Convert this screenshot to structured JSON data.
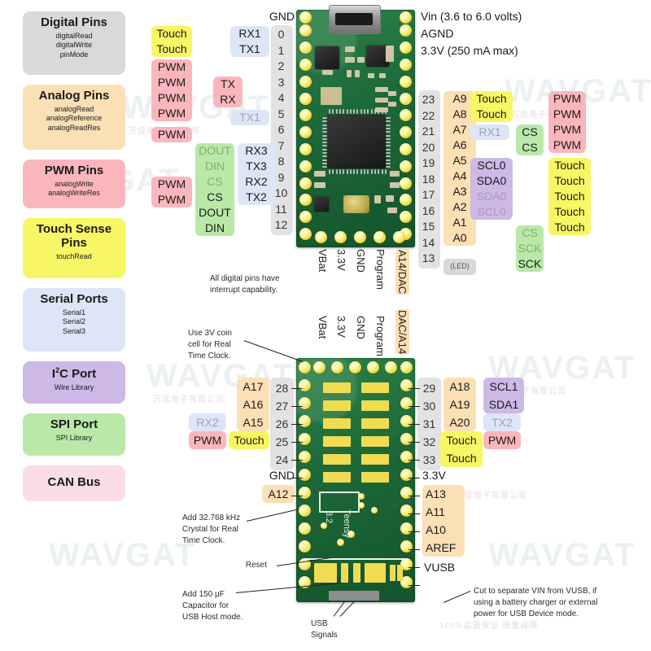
{
  "legend": {
    "boxes": [
      {
        "title": "Digital Pins",
        "color": "#d9d9d9",
        "subs": [
          "digitalRead",
          "digitalWrite",
          "pinMode"
        ]
      },
      {
        "title": "Analog Pins",
        "color": "#fbdfb5",
        "subs": [
          "analogRead",
          "analogReference",
          "analogReadRes"
        ]
      },
      {
        "title": "PWM Pins",
        "color": "#fbb6bd",
        "subs": [
          "analogWrite",
          "analogWriteRes"
        ]
      },
      {
        "title": "Touch Sense Pins",
        "color": "#f7f765",
        "subs": [
          "touchRead"
        ]
      },
      {
        "title": "Serial Ports",
        "color": "#dde6f7",
        "subs": [
          "Serial1",
          "Serial2",
          "Serial3"
        ]
      },
      {
        "title": "I2C Port",
        "color": "#cdb8e6",
        "subs": [
          "Wire Library"
        ]
      },
      {
        "title": "SPI Port",
        "color": "#b9e8a9",
        "subs": [
          "SPI Library"
        ]
      },
      {
        "title": "CAN Bus",
        "color": "#fadce6",
        "subs": []
      }
    ]
  },
  "top_board": {
    "header_left": "GND",
    "header_right": [
      "Vin  (3.6 to 6.0 volts)",
      "AGND",
      "3.3V (250 mA max)"
    ],
    "left_numbers": [
      "0",
      "1",
      "2",
      "3",
      "4",
      "5",
      "6",
      "7",
      "8",
      "9",
      "10",
      "11",
      "12"
    ],
    "right_numbers": [
      "23",
      "22",
      "21",
      "20",
      "19",
      "18",
      "17",
      "16",
      "15",
      "14",
      "13"
    ],
    "left_serial": [
      "RX1",
      "TX1",
      "",
      "",
      "",
      "TX1"
    ],
    "left_serial2": [
      "RX3",
      "TX3",
      "RX2",
      "TX2"
    ],
    "left_spi": [
      "DOUT",
      "DIN",
      "CS",
      "CS",
      "DOUT",
      "DIN"
    ],
    "left_pwm_a": [
      "PWM",
      "PWM",
      "PWM",
      "PWM",
      "PWM"
    ],
    "left_pwm_b": [
      "PWM",
      "PWM"
    ],
    "left_touch": [
      "Touch",
      "Touch"
    ],
    "left_tx_rx": [
      "TX",
      "RX"
    ],
    "right_analog": [
      "A9",
      "A8",
      "A7",
      "A6",
      "A5",
      "A4",
      "A3",
      "A2",
      "A1",
      "A0"
    ],
    "right_led_label": "(LED)",
    "right_serial": "RX1",
    "right_i2c": [
      "SCL0",
      "SDA0",
      "SDA0",
      "SCL0"
    ],
    "right_spi_a": [
      "CS",
      "CS"
    ],
    "right_spi_b": [
      "CS",
      "SCK",
      "SCK"
    ],
    "right_pwm": [
      "PWM",
      "PWM",
      "PWM",
      "PWM"
    ],
    "right_touch": [
      "Touch",
      "Touch",
      "Touch",
      "Touch",
      "Touch",
      "Touch",
      "Touch"
    ],
    "bottom_vertical": [
      "VBat",
      "3.3V",
      "GND",
      "Program",
      "A14/DAC"
    ],
    "note": "All digital pins have\ninterrupt capability."
  },
  "bottom_board": {
    "top_vertical": [
      "VBat",
      "3.3V",
      "GND",
      "Program",
      "DAC/A14"
    ],
    "left_numbers": [
      "28",
      "27",
      "26",
      "25",
      "24"
    ],
    "left_analog": [
      "A17",
      "A16",
      "A15"
    ],
    "left_touch": "Touch",
    "left_pwm": "PWM",
    "left_serial": "RX2",
    "left_gnd": "GND",
    "left_a12": "A12",
    "left_lower": [
      "A12"
    ],
    "right_numbers": [
      "29",
      "30",
      "31",
      "32",
      "33"
    ],
    "right_analog": [
      "A18",
      "A19",
      "A20"
    ],
    "right_touch": [
      "Touch",
      "Touch"
    ],
    "right_i2c": [
      "SCL1",
      "SDA1"
    ],
    "right_serial": "TX2",
    "right_pwm": "PWM",
    "right_33v": "3.3V",
    "right_lower_analog": [
      "A13",
      "A11",
      "A10",
      "AREF"
    ],
    "right_vusb": "VUSB",
    "silk_name": "Teensy",
    "silk_ver": "3.2",
    "notes": {
      "coin_cell": "Use 3V coin\ncell for Real\nTime Clock.",
      "crystal": "Add 32.768 kHz\nCrystal for Real\nTime Clock.",
      "reset": "Reset",
      "cap": "Add 150 µF\nCapacitor for\nUSB Host mode.",
      "usb_signals": "USB\nSignals",
      "cut": "Cut to separate VIN from VUSB, if\nusing a battery charger or external\npower for USB Device mode."
    }
  },
  "watermarks": {
    "brand": "WAVGAT",
    "sub": "万佳电子有限公司",
    "sub2": "100%品质保证  质量保障"
  }
}
